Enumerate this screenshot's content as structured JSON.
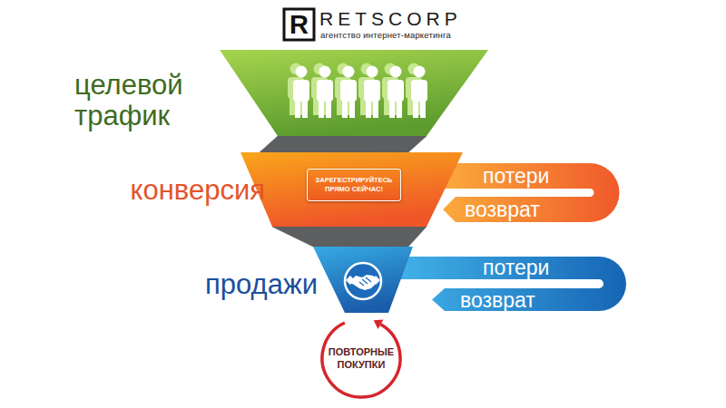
{
  "diagram": {
    "nodes": [
      {
        "text": [
          "целевой трафик"
        ]
      },
      {
        "text": [
          "конверсия"
        ]
      },
      {
        "text": [
          "ЗАРЕГЕСТРИРУЙТЕСЬ ПРЯМО СЕЙЧАС!"
        ],
        "in": 1
      },
      {
        "text": [
          "продажи"
        ]
      },
      {
        "text": [
          "ПОВТОРНЫЕ ПОКУПКИ"
        ]
      }
    ],
    "edges": [
      {
        "from": 0,
        "to": 1,
        "arrow": "none"
      },
      {
        "from": 1,
        "to": 3,
        "arrow": "none"
      }
    ],
    "labels": [
      "R",
      "RETSCORP",
      "агентство интернет-маркетинга",
      "потери",
      "возврат",
      "потери",
      "возврат"
    ]
  }
}
